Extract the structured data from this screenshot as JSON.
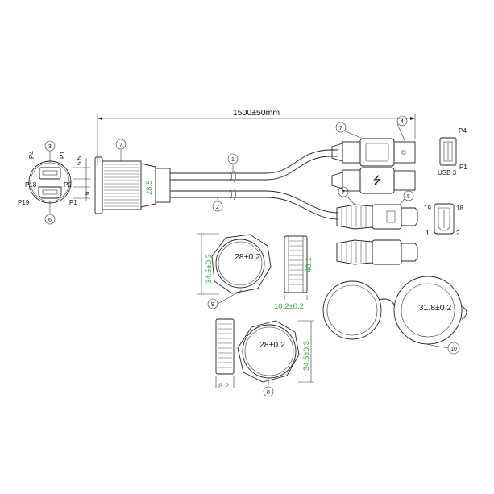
{
  "drawing": {
    "overall_length": "1500±50mm",
    "usb_label": "USB 3",
    "pins": {
      "usb_top": "P4",
      "usb_bottom": "P1",
      "hdmi_top_left": "19",
      "hdmi_top_right": "18",
      "hdmi_bottom_left": "1",
      "hdmi_bottom_right": "2",
      "panel_p4": "P4",
      "panel_p1": "P1",
      "panel_p18": "P18",
      "panel_p2": "P2",
      "panel_p19": "P19",
      "panel_p1b": "P1"
    },
    "dims": {
      "panel_a": "5.5",
      "panel_b": "6",
      "housing": "28.5",
      "nut_inner": "28±0.2",
      "nut_outer": "34.5±0.3",
      "nut_height": "40.1",
      "nut_thickness": "10.2±0.2",
      "nut2_inner": "28±0.2",
      "nut2_outer": "34.5±0.3",
      "nut2_thickness": "8.2",
      "cap_dia": "31.8±0.2"
    },
    "callouts": [
      "1",
      "2",
      "3",
      "4",
      "5",
      "6",
      "7",
      "7",
      "7",
      "8",
      "9",
      "10"
    ]
  }
}
